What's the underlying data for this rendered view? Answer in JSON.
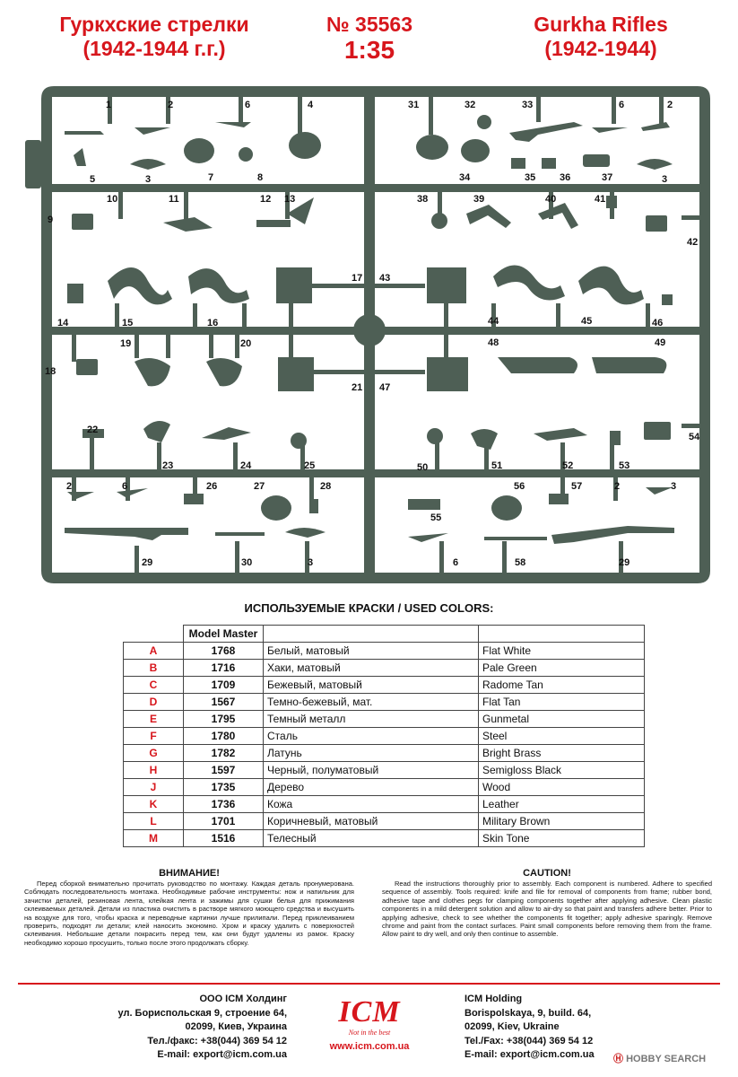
{
  "header": {
    "title_ru_1": "Гуркхские стрелки",
    "title_ru_2": "(1942-1944 г.г.)",
    "kit_number": "№ 35563",
    "scale": "1:35",
    "title_en_1": "Gurkha Rifles",
    "title_en_2": "(1942-1944)"
  },
  "sprue_numbers": [
    "1",
    "2",
    "6",
    "4",
    "31",
    "32",
    "33",
    "6",
    "2",
    "5",
    "3",
    "7",
    "8",
    "34",
    "35",
    "36",
    "37",
    "3",
    "9",
    "10",
    "11",
    "12",
    "13",
    "38",
    "39",
    "40",
    "41",
    "42",
    "17",
    "43",
    "14",
    "15",
    "16",
    "44",
    "45",
    "46",
    "19",
    "20",
    "48",
    "49",
    "18",
    "21",
    "47",
    "22",
    "23",
    "24",
    "25",
    "50",
    "51",
    "52",
    "53",
    "54",
    "2",
    "6",
    "26",
    "27",
    "28",
    "56",
    "57",
    "2",
    "3",
    "55",
    "29",
    "30",
    "3",
    "6",
    "58",
    "29"
  ],
  "colors": {
    "title": "ИСПОЛЬЗУЕМЫЕ КРАСКИ / USED COLORS:",
    "header_code": "Model Master",
    "rows": [
      {
        "letter": "A",
        "code": "1768",
        "ru": "Белый, матовый",
        "en": "Flat White"
      },
      {
        "letter": "B",
        "code": "1716",
        "ru": "Хаки, матовый",
        "en": "Pale Green"
      },
      {
        "letter": "C",
        "code": "1709",
        "ru": "Бежевый, матовый",
        "en": "Radome Tan"
      },
      {
        "letter": "D",
        "code": "1567",
        "ru": "Темно-бежевый, мат.",
        "en": "Flat Tan"
      },
      {
        "letter": "E",
        "code": "1795",
        "ru": "Темный металл",
        "en": "Gunmetal"
      },
      {
        "letter": "F",
        "code": "1780",
        "ru": "Сталь",
        "en": "Steel"
      },
      {
        "letter": "G",
        "code": "1782",
        "ru": "Латунь",
        "en": "Bright Brass"
      },
      {
        "letter": "H",
        "code": "1597",
        "ru": "Черный, полуматовый",
        "en": "Semigloss Black"
      },
      {
        "letter": "J",
        "code": "1735",
        "ru": "Дерево",
        "en": "Wood"
      },
      {
        "letter": "K",
        "code": "1736",
        "ru": "Кожа",
        "en": "Leather"
      },
      {
        "letter": "L",
        "code": "1701",
        "ru": "Коричневый, матовый",
        "en": "Military Brown"
      },
      {
        "letter": "M",
        "code": "1516",
        "ru": "Телесный",
        "en": "Skin Tone"
      }
    ]
  },
  "warning_ru": {
    "title": "ВНИМАНИЕ!",
    "text": "Перед сборкой внимательно прочитать руководство по монтажу. Каждая деталь пронумерована. Соблюдать последовательность монтажа. Необходимые рабочие инструменты: нож и напильник для зачистки деталей, резиновая лента, клейкая лента и зажимы для сушки белья для прижимания склеиваемых деталей. Детали из пластика очистить в растворе мягкого моющего средства и высушить на воздухе для того, чтобы краска и переводные картинки лучше прилипали. Перед приклеиванием проверить, подходят ли детали; клей наносить экономно. Хром и краску удалить с поверхностей склеивания. Небольшие детали покрасить перед тем, как они будут удалены из рамок. Краску необходимо хорошо просушить, только после этого продолжать сборку."
  },
  "warning_en": {
    "title": "CAUTION!",
    "text": "Read the instructions thoroughly prior to assembly. Each component is numbered. Adhere to specified sequence of assembly. Tools required: knife and file for removal of components from frame; rubber bond, adhesive tape and clothes pegs for clamping components together after applying adhesive. Clean plastic components in a mild detergent solution and allow to air-dry so that paint and transfers adhere better. Prior to applying adhesive, check to see whether the components fit together; apply adhesive sparingly. Remove chrome and paint from the contact surfaces. Paint small components before removing them from the frame. Allow paint to dry well, and only then continue to assemble."
  },
  "address_ru": {
    "line1": "ООО ICM Холдинг",
    "line2": "ул. Бориспольская 9, строение 64,",
    "line3": "02099, Киев, Украина",
    "line4": "Тел./факс: +38(044) 369 54 12",
    "line5": "E-mail: export@icm.com.ua"
  },
  "address_en": {
    "line1": "ICM Holding",
    "line2": "Borispolskaya, 9, build. 64,",
    "line3": "02099, Kiev, Ukraine",
    "line4": "Tel./Fax: +38(044) 369 54 12",
    "line5": "E-mail: export@icm.com.ua"
  },
  "logo": {
    "word": "ICM",
    "tagline": "Not in the best",
    "website": "www.icm.com.ua",
    "color": "#d7161c"
  },
  "watermark": "HOBBY SEARCH",
  "sprue_color": "#4e5f55"
}
